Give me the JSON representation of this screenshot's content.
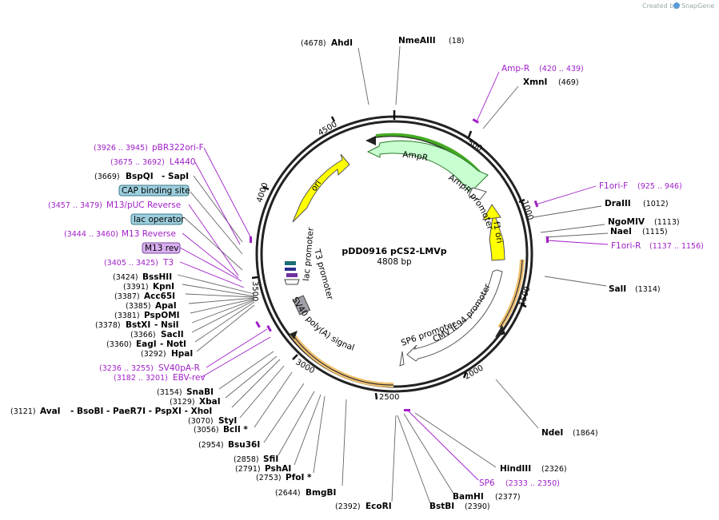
{
  "credit": "Created by",
  "brand": "SnapGene",
  "plasmid": {
    "name": "pDD0916 pCS2-LMVp",
    "length": "4808 bp"
  },
  "ticks": [
    "500",
    "1000",
    "1500",
    "2000",
    "2500",
    "3000",
    "3500",
    "4000",
    "4500"
  ],
  "sites": [
    {
      "coord": "(4678)",
      "name": "AhdI"
    },
    {
      "name": "NmeAIII",
      "coord": "(18)"
    },
    {
      "name": "XmnI",
      "coord": "(469)"
    },
    {
      "name": "DraIII",
      "coord": "(1012)"
    },
    {
      "name": "NgoMIV",
      "coord": "(1113)"
    },
    {
      "name": "NaeI",
      "coord": "(1115)"
    },
    {
      "name": "SalI",
      "coord": "(1314)"
    },
    {
      "name": "NdeI",
      "coord": "(1864)"
    },
    {
      "name": "HindIII",
      "coord": "(2326)"
    },
    {
      "name": "BamHI",
      "coord": "(2377)"
    },
    {
      "name": "BstBI",
      "coord": "(2390)"
    },
    {
      "coord": "(2392)",
      "name": "EcoRI"
    },
    {
      "coord": "(2644)",
      "name": "BmgBI"
    },
    {
      "coord": "(2753)",
      "name": "PfoI *"
    },
    {
      "coord": "(2791)",
      "name": "PshAI"
    },
    {
      "coord": "(2858)",
      "name": "SfiI"
    },
    {
      "coord": "(2954)",
      "name": "Bsu36I"
    },
    {
      "coord": "(3056)",
      "name": "BclI *"
    },
    {
      "coord": "(3070)",
      "name": "StyI"
    },
    {
      "coord": "(3121)",
      "name": "AvaI",
      "extra": "- BsoBI   - PaeR7I   - PspXI   - XhoI"
    },
    {
      "coord": "(3129)",
      "name": "XbaI"
    },
    {
      "coord": "(3154)",
      "name": "SnaBI"
    },
    {
      "coord": "(3292)",
      "name": "HpaI"
    },
    {
      "coord": "(3360)",
      "name": "EagI",
      "extra": "- NotI"
    },
    {
      "coord": "(3366)",
      "name": "SacII"
    },
    {
      "coord": "(3378)",
      "name": "BstXI",
      "extra": "- NsiI"
    },
    {
      "coord": "(3381)",
      "name": "PspOMI"
    },
    {
      "coord": "(3385)",
      "name": "ApaI"
    },
    {
      "coord": "(3387)",
      "name": "Acc65I"
    },
    {
      "coord": "(3391)",
      "name": "KpnI"
    },
    {
      "coord": "(3424)",
      "name": "BssHII"
    },
    {
      "coord": "(3669)",
      "name": "BspQI",
      "extra": "- SapI"
    }
  ],
  "primers": [
    {
      "name": "Amp-R",
      "range": "(420 .. 439)"
    },
    {
      "name": "F1ori-F",
      "range": "(925 .. 946)"
    },
    {
      "name": "F1ori-R",
      "range": "(1137 .. 1156)"
    },
    {
      "name": "SP6",
      "range": "(2333 .. 2350)"
    },
    {
      "range": "(3182 .. 3201)",
      "name": "EBV-rev"
    },
    {
      "range": "(3236 .. 3255)",
      "name": "SV40pA-R"
    },
    {
      "range": "(3405 .. 3425)",
      "name": "T3"
    },
    {
      "range": "(3444 .. 3460)",
      "name": "M13 Reverse"
    },
    {
      "range": "(3457 .. 3479)",
      "name": "M13/pUC Reverse"
    },
    {
      "range": "(3675 .. 3692)",
      "name": "L4440"
    },
    {
      "range": "(3926 .. 3945)",
      "name": "pBR322ori-F"
    }
  ],
  "boxes": {
    "cap": "CAP binding site",
    "lacop": "lac operator",
    "m13rev": "M13 rev"
  },
  "features": {
    "ampr": "AmpR",
    "ampr_promoter": "AmpR promoter",
    "f1ori": "f1 ori",
    "cmv": "CMV IE94 promoter",
    "sp6": "SP6 promoter",
    "sv40": "SV40 poly(A) signal",
    "t3": "T3 promoter",
    "lac": "lac promoter",
    "ori": "ori"
  },
  "colors": {
    "ampr_fill": "#c8ffd0",
    "ori_fill": "#ffff00",
    "promoter_fill": "#ffffff",
    "primer": "#a020c8",
    "highlight_green": "#44aa22",
    "highlight_orange": "#f0c070",
    "box_blue": "#9ecfde",
    "box_purple": "#d8b0f0",
    "polya": "#a0a0a8"
  }
}
